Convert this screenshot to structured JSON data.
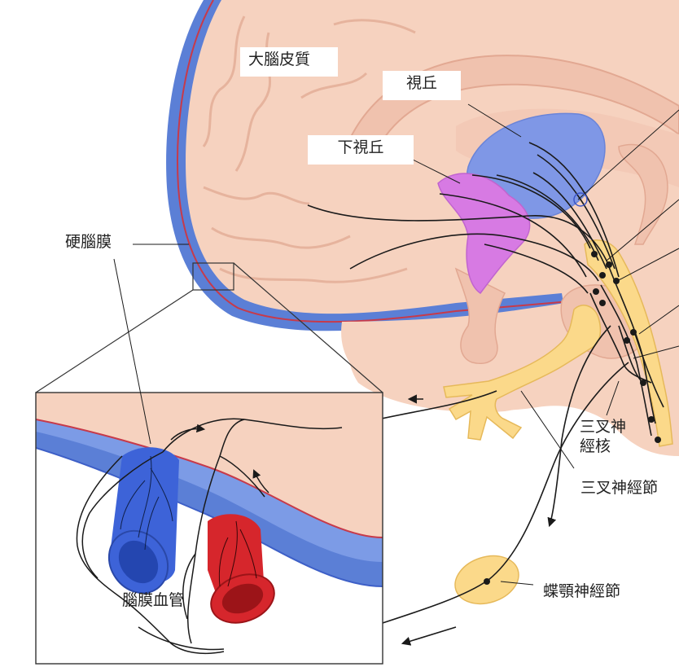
{
  "labels": {
    "cerebral_cortex": "大腦皮質",
    "thalamus": "視丘",
    "hypothalamus": "下視丘",
    "dura_mater": "硬腦膜",
    "trigeminal_nucleus": "三叉神\n經核",
    "trigeminal_ganglion": "三叉神經節",
    "sphenopalatine_ganglion": "蝶顎神經節",
    "meningeal_vessels": "腦膜血管"
  },
  "colors": {
    "brain_tissue": "#f6d2bf",
    "brain_fold_line": "#e9b59e",
    "dura_blue": "#5b7fd6",
    "thalamus_blue": "#7f97e6",
    "hypothalamus_magenta": "#d77ae3",
    "trigeminal_yellow": "#fbd98a",
    "vein_blue": "#3d63d8",
    "artery_red": "#d6262c",
    "nerve_line": "#1a1a1a"
  }
}
